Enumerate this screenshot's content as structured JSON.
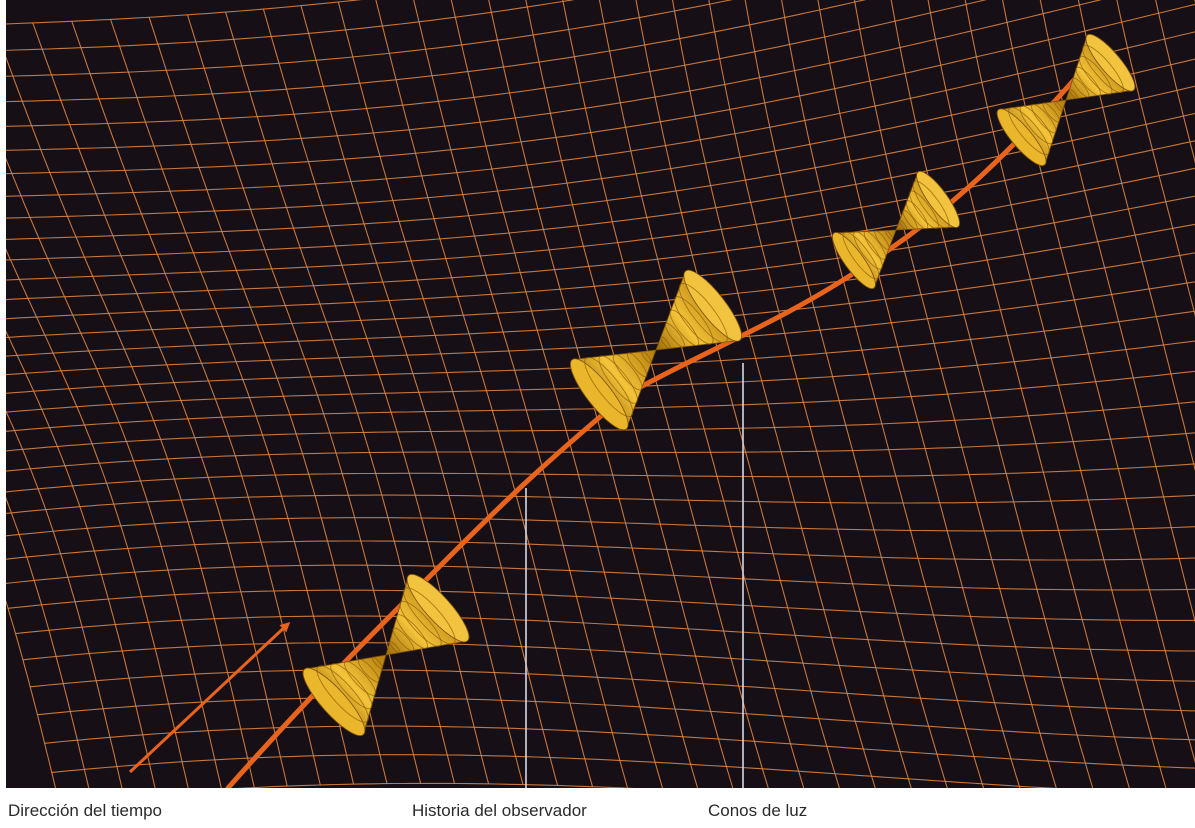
{
  "colors": {
    "background": "#160f16",
    "grid": "#d9823f",
    "worldline": "#e8641c",
    "arrow": "#e8641c",
    "cone_fill": "#e3ac1f",
    "cone_ring": "#8a5a06",
    "pointer_line": "#d8d8e6"
  },
  "labels": {
    "time_direction": "Dirección del tiempo",
    "observer_history": "Historia del observador",
    "light_cones": "Conos de luz"
  }
}
